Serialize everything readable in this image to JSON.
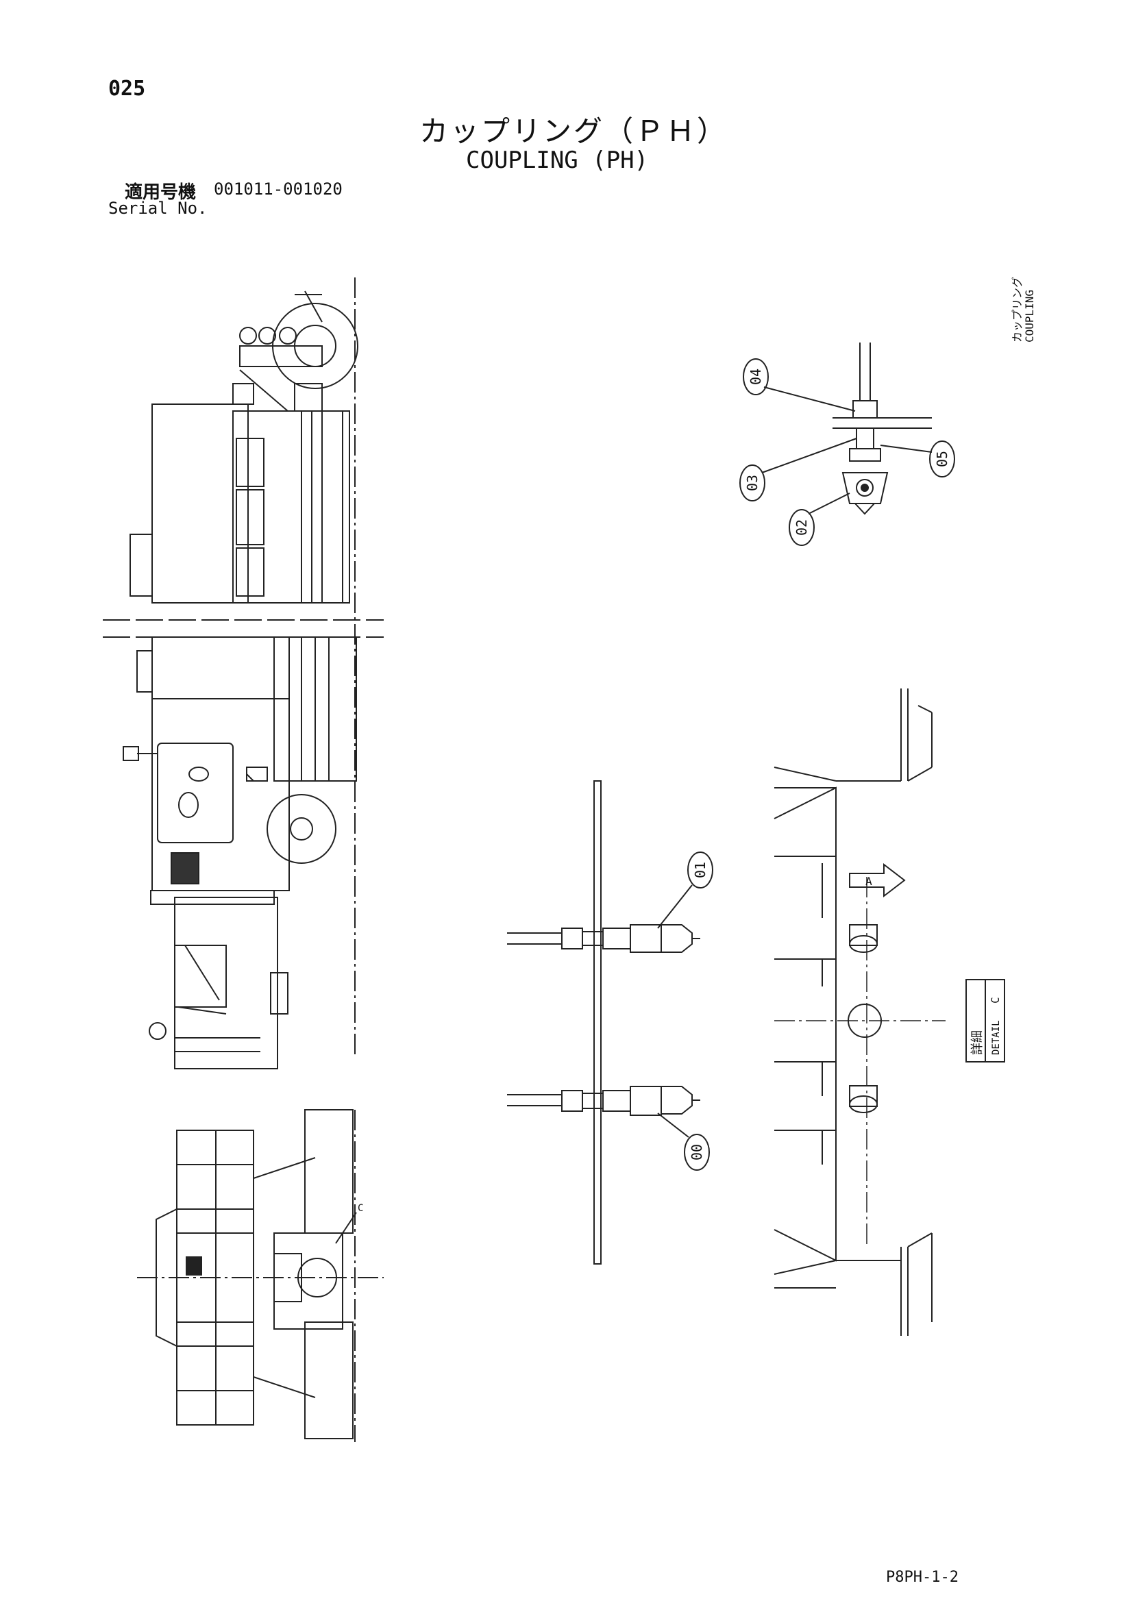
{
  "header": {
    "page_number": "025",
    "title_jp": "カップリング（ＰＨ）",
    "title_en": "COUPLING (PH)",
    "serial_label_jp": "適用号機",
    "serial_label_en": "Serial No.",
    "serial_range": "001011-001020"
  },
  "side_label": {
    "jp": "カップリング",
    "en": "COUPLING"
  },
  "parts": {
    "p00": "00",
    "p01": "01",
    "p02": "02",
    "p03": "03",
    "p04": "04",
    "p05": "05"
  },
  "view_marker": "A",
  "detail_box": {
    "jp": "詳細",
    "en": "DETAIL",
    "ref": "C"
  },
  "machine_ref": "C",
  "footer": {
    "page_code": "P8PH-1-2"
  }
}
